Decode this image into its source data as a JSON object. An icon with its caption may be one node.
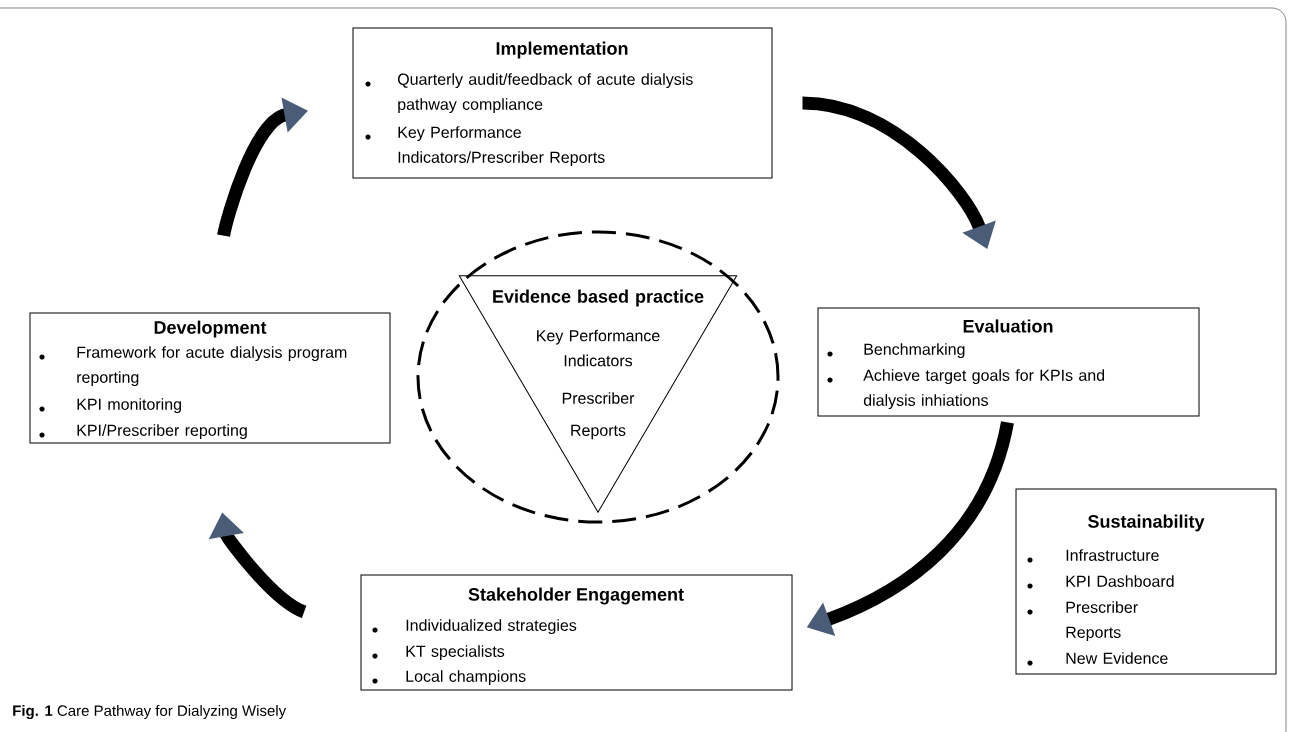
{
  "diagram": {
    "caption": "**Fig. 1** Care Pathway for Dialyzing Wisely",
    "nodes": [
      {
        "text": [
          "Implementation",
          "Quarterly audit/feedback of acute  dialysis pathway compliance",
          "Key Performance Indicators/Prescriber Reports"
        ]
      },
      {
        "text": [
          "Development",
          "Framework for acute  dialysis program reporting",
          "KPI monitoring",
          "KPI/Prescriber reporting"
        ]
      },
      {
        "text": [
          "Evaluation",
          "Benchmarking",
          "Achieve target goals for KPIs  and dialysis inhiations"
        ]
      },
      {
        "text": [
          "Sustainability",
          "Infrastructure",
          "KPI Dashboard",
          "Prescriber Reports",
          "New Evidence"
        ]
      },
      {
        "text": [
          "Stakeholder Engagement",
          "Individualized strategies",
          "KT specialists",
          "Local champions"
        ]
      },
      {
        "text": [],
        "shape": "circle"
      },
      {
        "text": [
          "Evidence based practice",
          "Key Performance Indicators",
          "Prescriber",
          "Reports"
        ],
        "in": 5
      }
    ],
    "edges": [
      {
        "from": 1,
        "to": 0,
        "arrow": "to"
      },
      {
        "from": 0,
        "to": 2,
        "arrow": "to"
      },
      {
        "from": 2,
        "to": 4,
        "arrow": "to"
      },
      {
        "from": 4,
        "to": 1,
        "arrow": "to"
      }
    ]
  }
}
